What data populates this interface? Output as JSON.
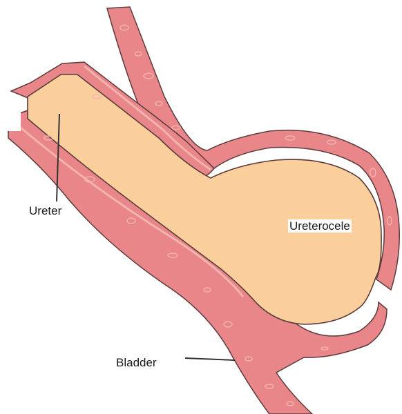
{
  "labels": {
    "ureter": "Ureter",
    "ureterocele": "Ureterocele",
    "bladder": "Bladder"
  },
  "colors": {
    "wall": "#e9868a",
    "wall_inner_line": "#f3b4ae",
    "lumen": "#fbcf9c",
    "outline": "#5a3b3b",
    "leader_line": "#333333",
    "background": "#ffffff"
  }
}
